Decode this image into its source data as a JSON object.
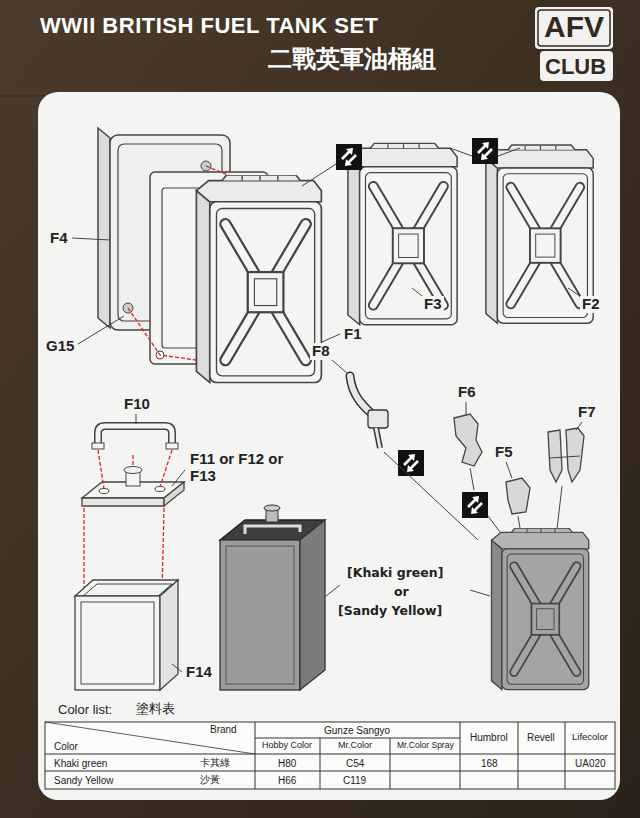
{
  "diagram": {
    "title": "WWII BRITISH FUEL TANK SET",
    "labels": [
      "二戰英軍油桶組",
      "AFV",
      "CLUB",
      "F4",
      "G15",
      "F1",
      "F3",
      "F2",
      "F10",
      "F11 or F12 or F13",
      "F14",
      "F8",
      "F6",
      "F7",
      "F5",
      "[Khaki green]",
      "or",
      "[Sandy Yellow]",
      "Color list:",
      "塗料表",
      "Brand",
      "Color",
      "Gunze Sangyo",
      "Humbrol",
      "Revell",
      "Lifecolor",
      "Hobby Color",
      "Mr.Color",
      "Mr.Color Spray",
      "Khaki green",
      "卡其綠",
      "H80",
      "C54",
      "168",
      "UA020",
      "Sandy Yellow",
      "沙黃",
      "H66",
      "C119"
    ]
  }
}
